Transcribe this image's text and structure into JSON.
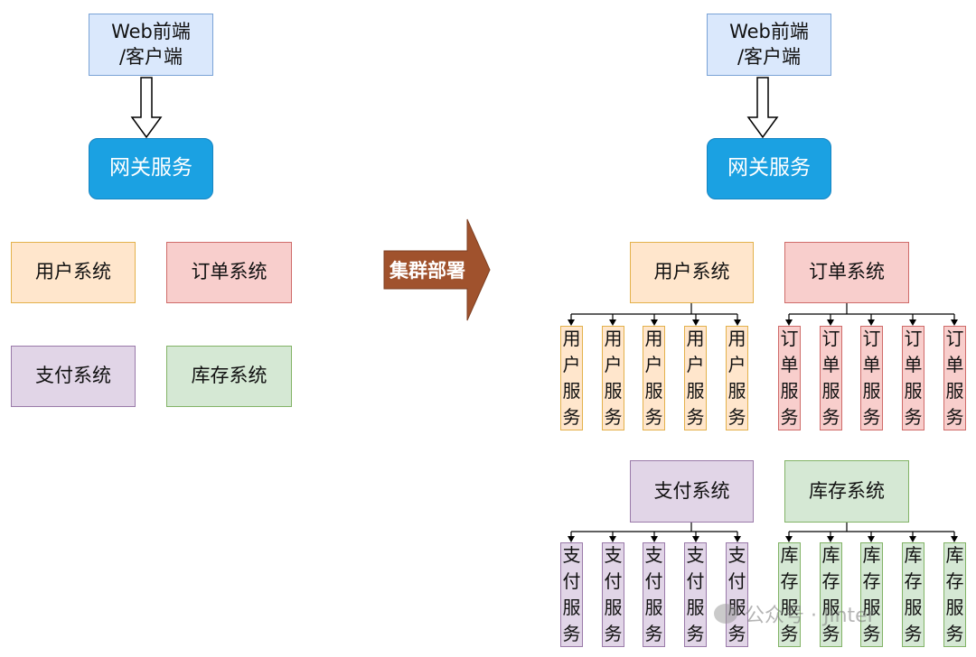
{
  "left": {
    "client": "Web前端\n/客户端",
    "gateway": "网关服务",
    "systems": {
      "user": "用户系统",
      "order": "订单系统",
      "pay": "支付系统",
      "stock": "库存系统"
    }
  },
  "transition": {
    "label": "集群部署"
  },
  "right": {
    "client": "Web前端\n/客户端",
    "gateway": "网关服务",
    "systems": {
      "user": "用户系统",
      "order": "订单系统",
      "pay": "支付系统",
      "stock": "库存系统"
    },
    "services": {
      "user": "用户服务",
      "order": "订单服务",
      "pay": "支付服务",
      "stock": "库存服务"
    }
  },
  "watermark": "公众号 · Jinter",
  "colors": {
    "client_fill": "#dae8fc",
    "gateway_fill": "#1ba1e2",
    "user_fill": "#ffe6cc",
    "order_fill": "#f8cecc",
    "pay_fill": "#e1d5e7",
    "stock_fill": "#d5e8d4",
    "transition_arrow": "#a0522d"
  }
}
